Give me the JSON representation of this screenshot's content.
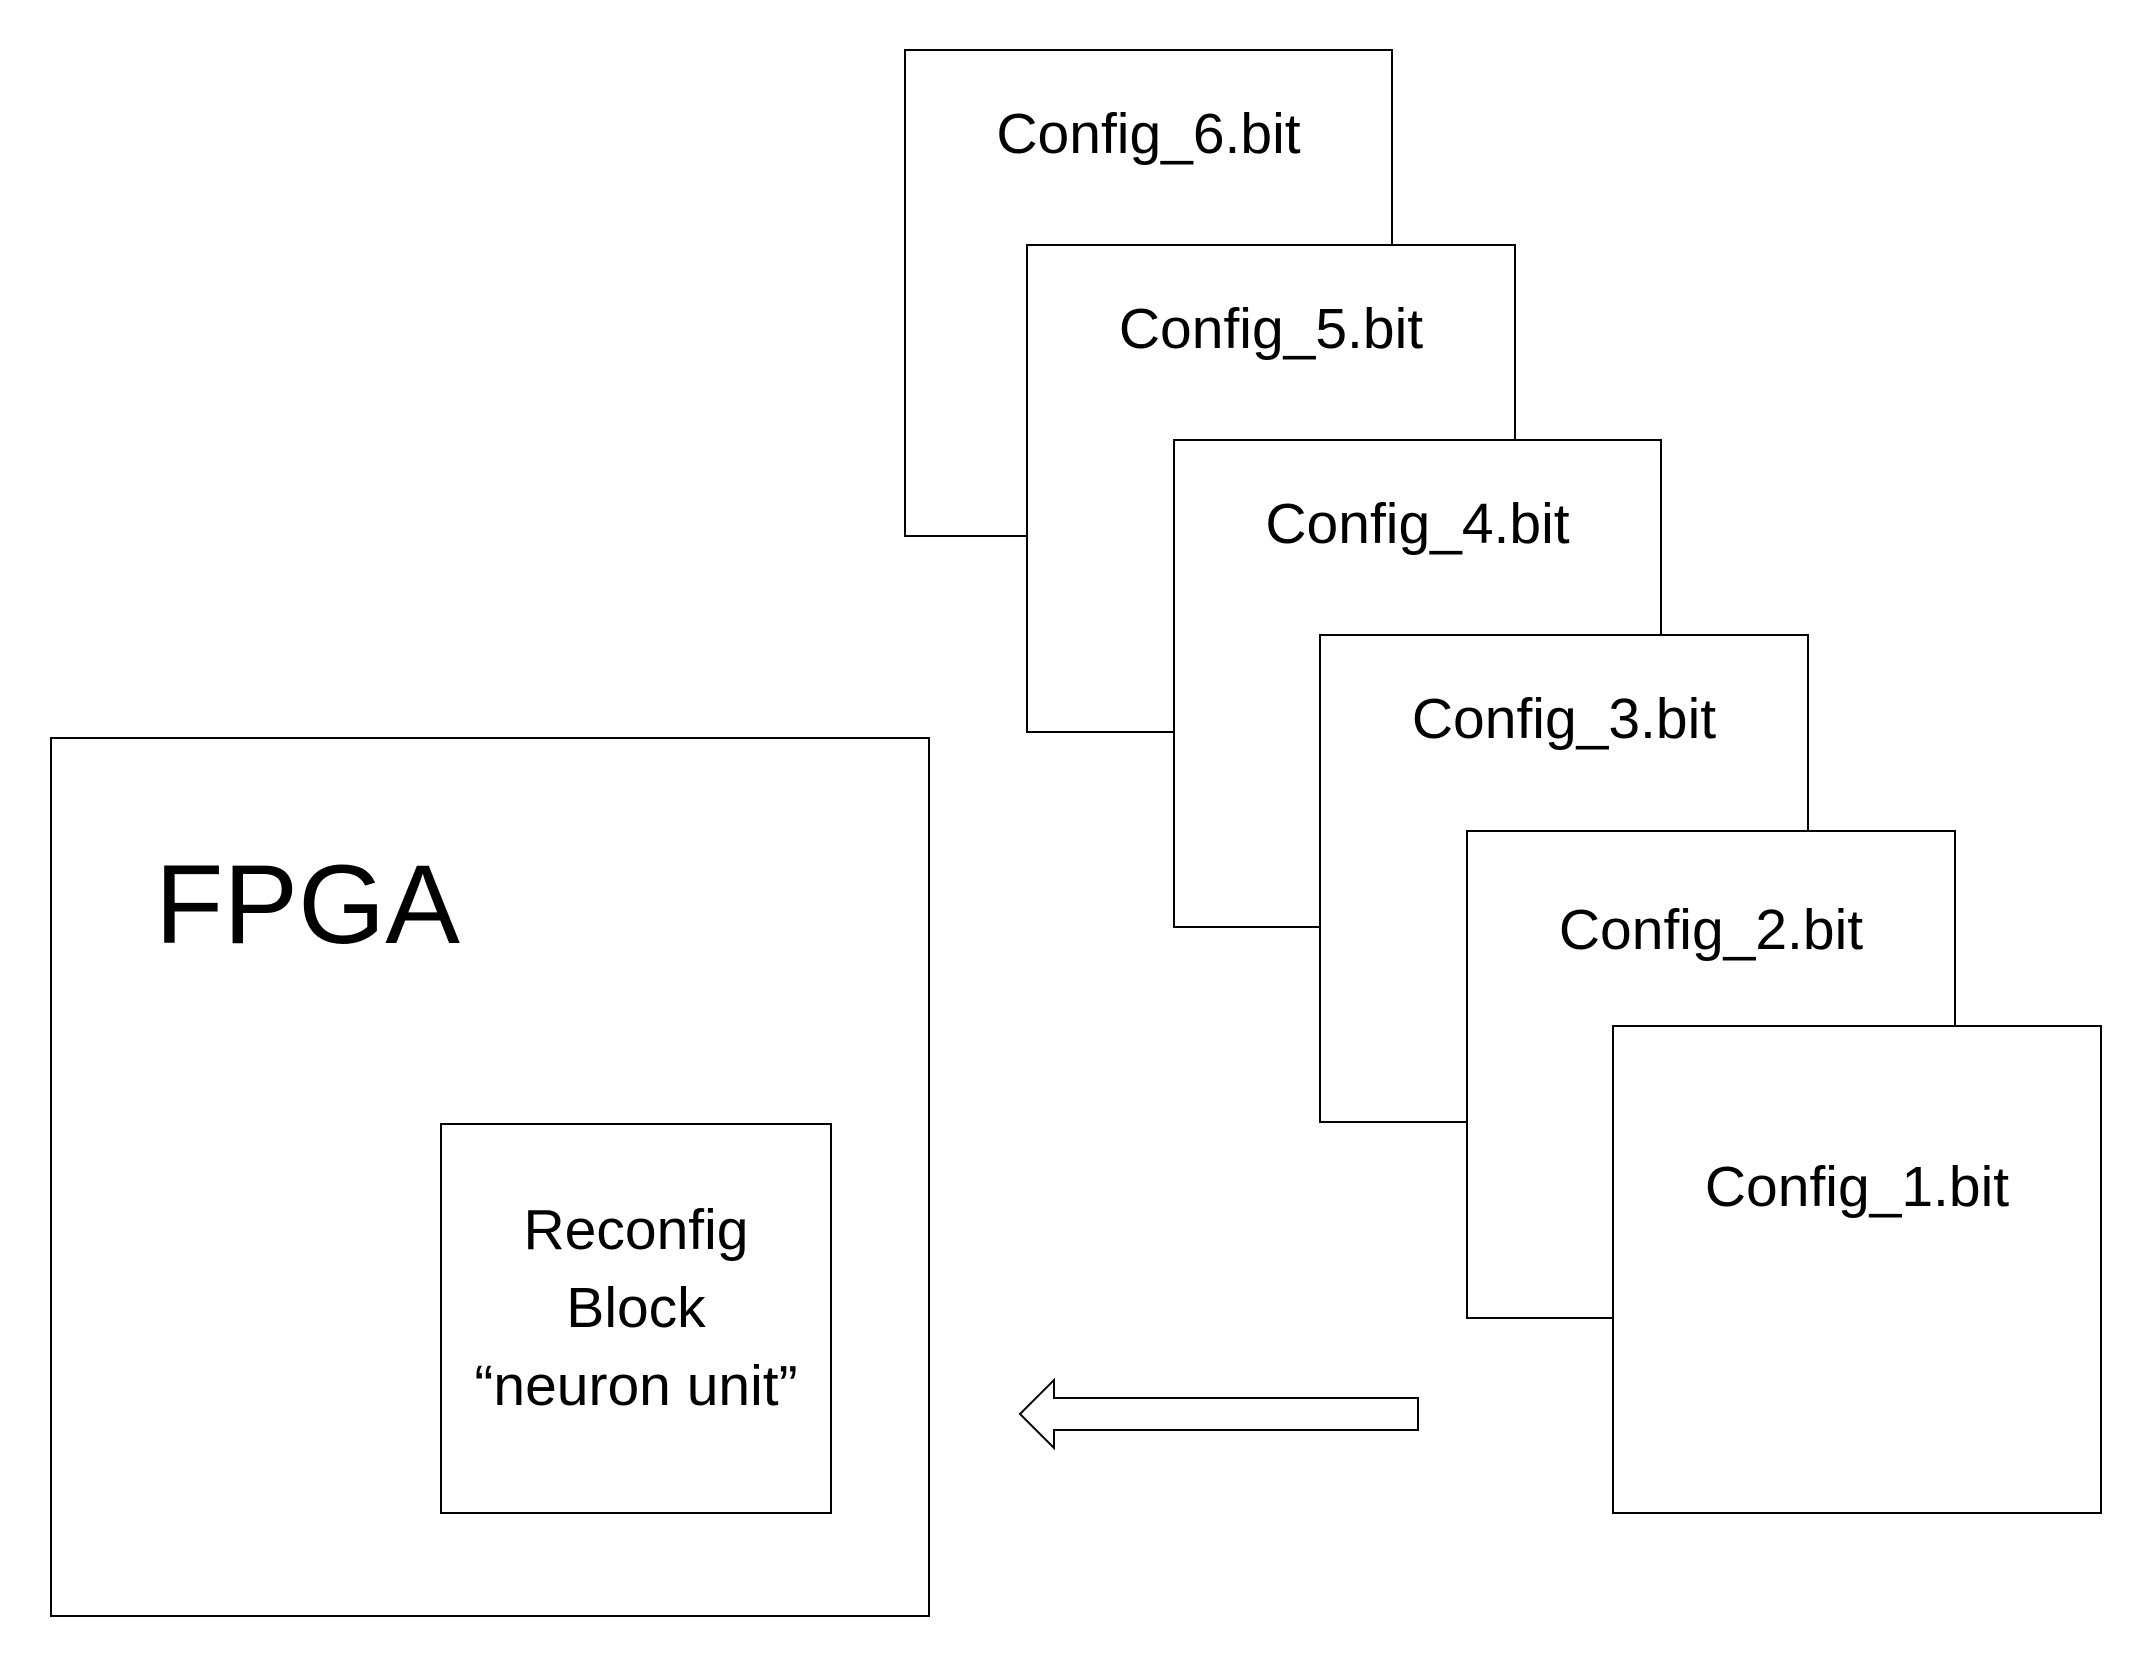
{
  "fpga": {
    "title": "FPGA",
    "reconfig_block": {
      "line1": "Reconfig",
      "line2": "Block",
      "line3": "“neuron unit”"
    }
  },
  "bitstreams": [
    "Config_6.bit",
    "Config_5.bit",
    "Config_4.bit",
    "Config_3.bit",
    "Config_2.bit",
    "Config_1.bit"
  ],
  "arrow": {
    "direction": "left",
    "meaning": "load bitstream into reconfigurable block"
  },
  "colors": {
    "stroke": "#000000",
    "fill": "#ffffff"
  }
}
